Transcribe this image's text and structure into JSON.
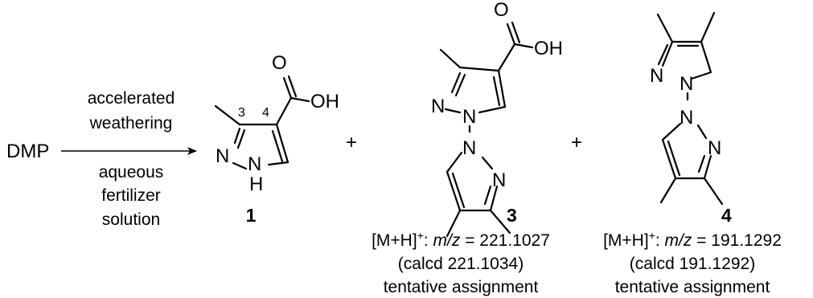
{
  "reactant": "DMP",
  "conditions": {
    "above": [
      "accelerated",
      "weathering"
    ],
    "below": [
      "aqueous",
      "fertilizer",
      "solution"
    ]
  },
  "plus_sign": "+",
  "atoms": {
    "oxygen": "O",
    "hydroxyl": "OH",
    "nitrogen": "N",
    "hydrogen": "H",
    "nh": "NH"
  },
  "positions": {
    "c3": "3",
    "c4": "4"
  },
  "compounds": [
    {
      "id": "1"
    },
    {
      "id": "3",
      "ms_prefix": "[M+H]",
      "ms_sup": "+",
      "ms_colon": ": ",
      "ms_mz": "m/z",
      "ms_value": " = 221.1027",
      "calcd": "(calcd 221.1034)",
      "note": "tentative assignment"
    },
    {
      "id": "4",
      "ms_prefix": "[M+H]",
      "ms_sup": "+",
      "ms_colon": ": ",
      "ms_mz": "m/z",
      "ms_value": " = 191.1292",
      "calcd": "(calcd 191.1292)",
      "note": "tentative assignment"
    }
  ]
}
